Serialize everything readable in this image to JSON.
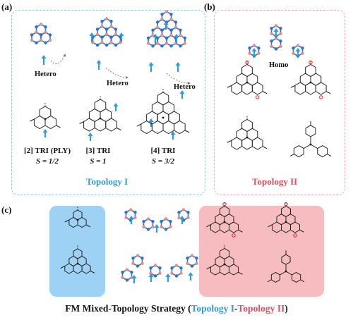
{
  "panels": {
    "a": {
      "letter": "(a)",
      "topology": "Topology I",
      "hetero_label": "Hetero"
    },
    "b": {
      "letter": "(b)",
      "topology": "Topology II",
      "homo_label": "Homo"
    },
    "c": {
      "letter": "(c)"
    }
  },
  "molecules": {
    "tri2": {
      "name": "[2] TRI (PLY)",
      "spin": "S = 1/2"
    },
    "tri3": {
      "name": "[3] TRI",
      "spin": "S = 1"
    },
    "tri4": {
      "name": "[4] TRI",
      "spin": "S = 3/2"
    }
  },
  "strategy": {
    "prefix": "FM Mixed-Topology Strategy (",
    "topo1": "Topology I",
    "dash": "-",
    "topo2": "Topology II",
    "suffix": ")"
  },
  "colors": {
    "lattice_blue": "#2e73c9",
    "lattice_pink": "#e98a86",
    "arrow_blue": "#2d9be0",
    "topology_red": "#e04d5c",
    "oxygen_red": "#e02020"
  }
}
